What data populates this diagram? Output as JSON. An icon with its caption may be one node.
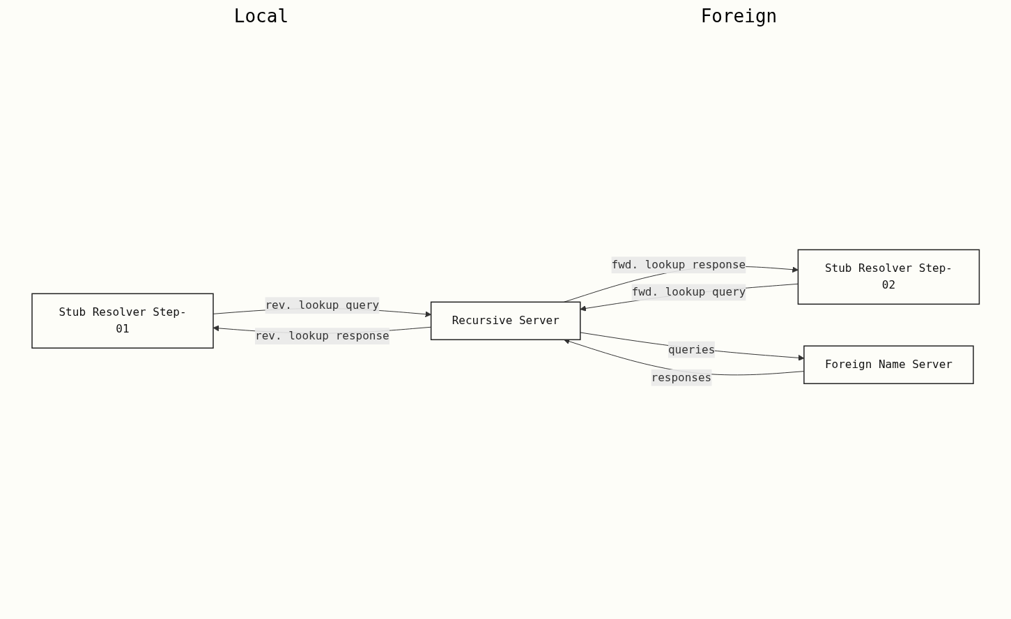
{
  "diagram": {
    "nodes": [
      {
        "text": [
          "Stub Resolver Step-01"
        ]
      },
      {
        "text": [
          "Stub Resolver Step-02"
        ]
      },
      {
        "text": [
          "Recursive Server"
        ]
      },
      {
        "text": [
          "Foreign Name Server"
        ]
      }
    ],
    "edges": [
      {
        "from": 2,
        "to": 0,
        "arrow": "to",
        "label": "rev. lookup response"
      },
      {
        "from": 0,
        "to": 2,
        "arrow": "to",
        "label": "rev. lookup query"
      },
      {
        "from": 1,
        "to": 2,
        "arrow": "to",
        "label": "fwd. lookup query"
      },
      {
        "from": 2,
        "to": 1,
        "arrow": "to",
        "label": "fwd. lookup response"
      },
      {
        "from": 2,
        "to": 3,
        "arrow": "to",
        "label": "queries"
      },
      {
        "from": 3,
        "to": 2,
        "arrow": "to",
        "label": "responses"
      }
    ],
    "labels": [
      "Local",
      "Foreign"
    ]
  }
}
